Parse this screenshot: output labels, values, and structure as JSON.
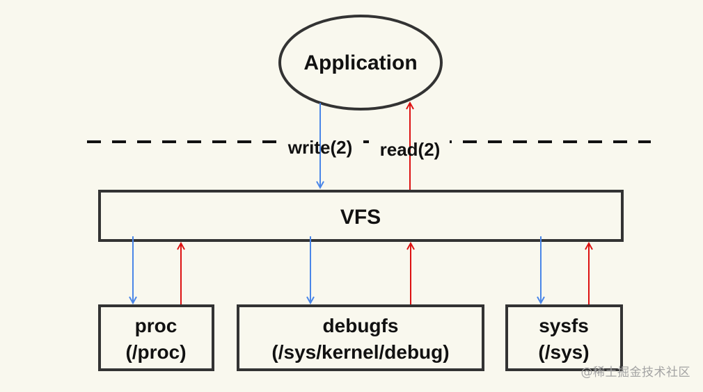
{
  "application": {
    "label": "Application"
  },
  "vfs": {
    "label": "VFS"
  },
  "syscalls": {
    "write": "write(2)",
    "read": "read(2)"
  },
  "filesystems": {
    "proc": {
      "name": "proc",
      "path": "(/proc)"
    },
    "debugfs": {
      "name": "debugfs",
      "path": "(/sys/kernel/debug)"
    },
    "sysfs": {
      "name": "sysfs",
      "path": "(/sys)"
    }
  },
  "watermark": "@稀土掘金技术社区",
  "colors": {
    "background": "#f9f8ee",
    "stroke": "#333333",
    "write_arrow": "#4a86e8",
    "read_arrow": "#dd1111"
  }
}
